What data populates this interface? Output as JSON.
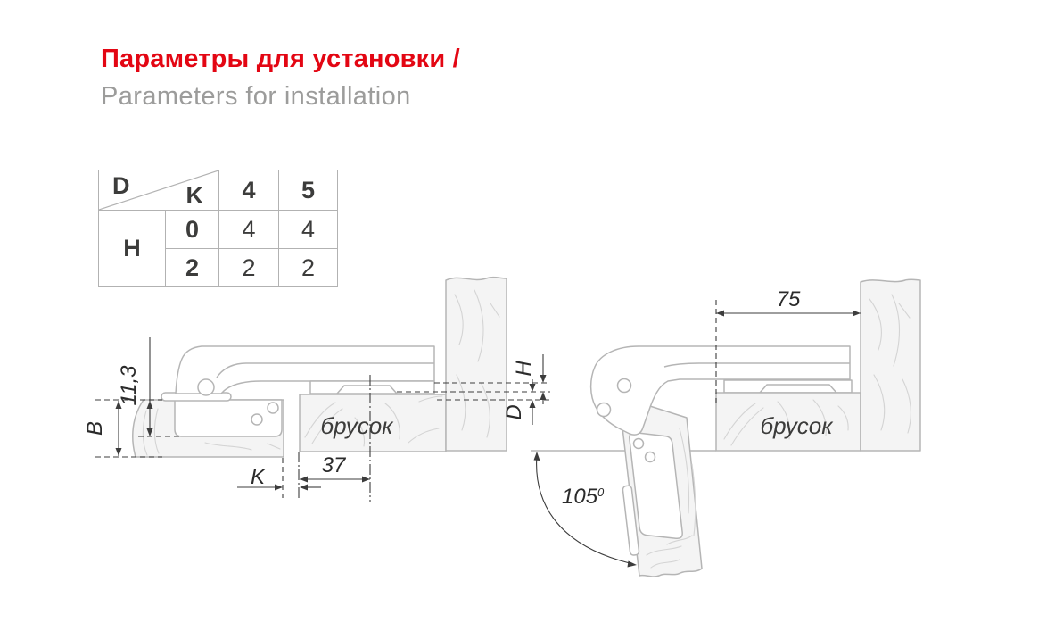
{
  "header": {
    "title_ru": "Параметры для установки /",
    "title_en": "Parameters for installation"
  },
  "colors": {
    "accent_red": "#e30613",
    "subtitle_gray": "#9c9c9b",
    "drawing_stroke": "#b5b5b5",
    "dimension_ink": "#3c3c3c"
  },
  "table": {
    "diag_top": "D",
    "diag_bottom": "K",
    "col_headers": [
      "4",
      "5"
    ],
    "row_header": "H",
    "rows": [
      {
        "key": "0",
        "values": [
          "4",
          "4"
        ]
      },
      {
        "key": "2",
        "values": [
          "2",
          "2"
        ]
      }
    ]
  },
  "left_view": {
    "cup_depth": "11,3",
    "door_thickness": "B",
    "gap": "K",
    "cup_distance": "37",
    "block": "брусок"
  },
  "middle_dims": {
    "h": "H",
    "d": "D"
  },
  "right_view": {
    "plate_distance": "75",
    "block": "брусок",
    "angle": "105",
    "angle_sup": "0"
  }
}
